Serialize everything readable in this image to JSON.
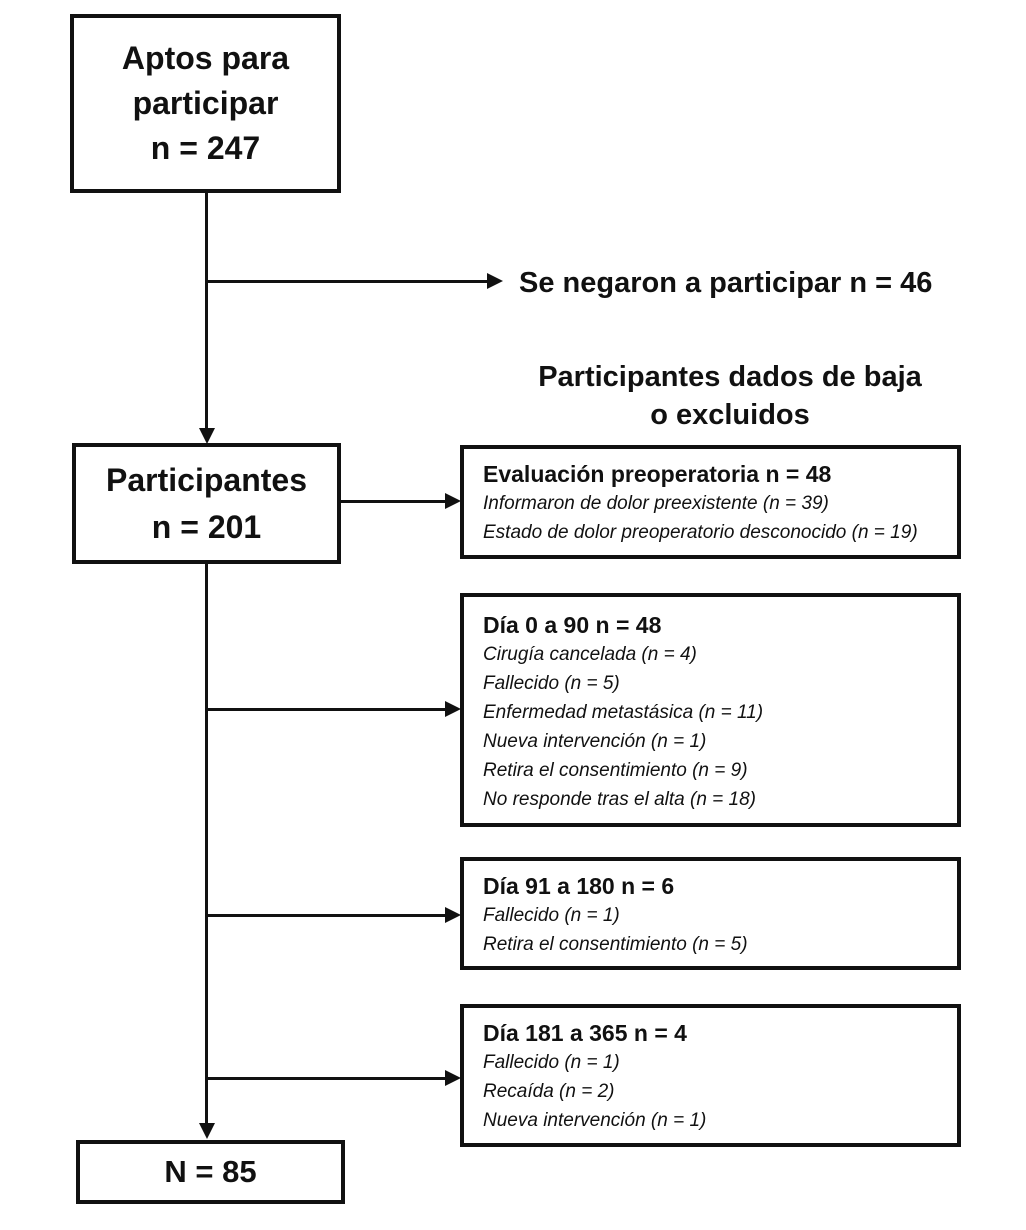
{
  "figure": {
    "type": "participant-flow-diagram",
    "language": "es"
  },
  "colors": {
    "line": "#111111",
    "background": "#ffffff",
    "text": "#111111"
  },
  "labels": {
    "refused": "Se negaron a participar n = 46",
    "withdrawn_header_line1": "Participantes dados de baja",
    "withdrawn_header_line2": "o excluidos"
  },
  "boxes": {
    "eligible": {
      "title": "Aptos para participar",
      "count": "n = 247"
    },
    "participants": {
      "title": "Participantes",
      "count": "n = 201"
    },
    "final": {
      "title": "N = 85"
    },
    "preop": {
      "title": "Evaluación preoperatoria n = 48",
      "items": [
        "Informaron de dolor preexistente (n = 39)",
        "Estado de dolor preoperatorio desconocido (n = 19)"
      ]
    },
    "day0_90": {
      "title": "Día 0 a 90 n = 48",
      "items": [
        "Cirugía cancelada (n = 4)",
        "Fallecido (n = 5)",
        "Enfermedad metastásica (n = 11)",
        "Nueva intervención (n = 1)",
        "Retira el consentimiento (n = 9)",
        "No responde tras el alta (n = 18)"
      ]
    },
    "day91_180": {
      "title": "Día 91 a 180 n = 6",
      "items": [
        "Fallecido (n = 1)",
        "Retira el consentimiento (n = 5)"
      ]
    },
    "day181_365": {
      "title": "Día 181 a 365 n = 4",
      "items": [
        "Fallecido (n = 1)",
        "Recaída (n = 2)",
        "Nueva intervención (n = 1)"
      ]
    }
  }
}
